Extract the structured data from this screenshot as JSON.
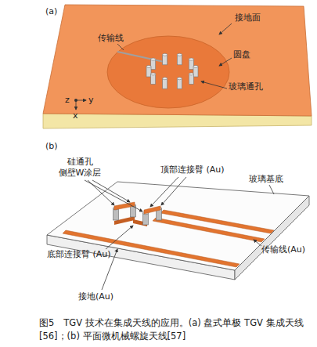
{
  "diagram": {
    "caption": "图5　TGV 技术在集成天线的应用。(a) 盘式单极 TGV 集成天线[56]；(b) 平面微机械螺旋天线[57]",
    "labels": [
      "(a)",
      "接地面",
      "传输线",
      "圆盘",
      "玻璃通孔",
      "z",
      "y",
      "x",
      "(b)",
      "硅通孔 侧壁W涂层",
      "顶部连接臂 (Au)",
      "玻璃基底",
      "传输线(Au)",
      "底部连接臂 (Au)",
      "接地(Au)"
    ]
  }
}
